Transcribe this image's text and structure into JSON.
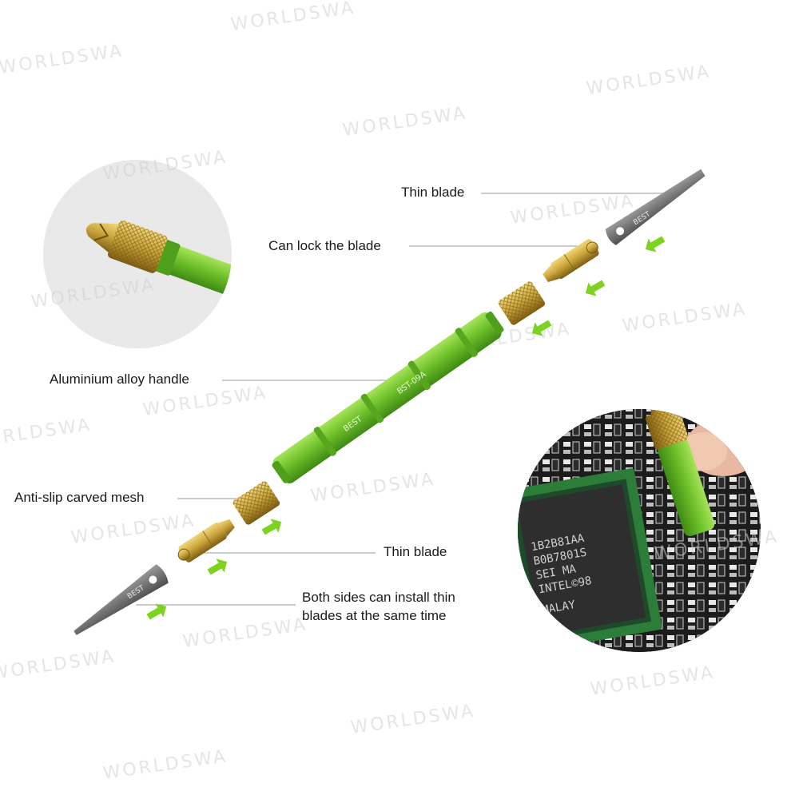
{
  "callouts": {
    "thin_blade_top": "Thin blade",
    "lock_blade": "Can lock the blade",
    "handle": "Aluminium alloy handle",
    "mesh": "Anti-slip carved mesh",
    "thin_blade_bottom": "Thin blade",
    "both_sides_line1": "Both sides can install thin",
    "both_sides_line2": "blades at the same time"
  },
  "engravings": {
    "handle_model": "BST-09A",
    "handle_brand": "BEST",
    "blade_brand_top": "BEST",
    "blade_brand_bottom": "BEST"
  },
  "chip_text": {
    "line1": "1B2B81AA",
    "line2": "B0B7801S",
    "line3": "SEI MA",
    "line4": "INTEL©98",
    "line5": "MALAY"
  },
  "watermark": "WORLDSWA",
  "colors": {
    "handle_green": "#6fc12a",
    "brass": "#c9a43a",
    "arrow_green": "#7ed321",
    "blade_gray": "#6b6b6b",
    "leader_line": "#9a9a9a"
  }
}
